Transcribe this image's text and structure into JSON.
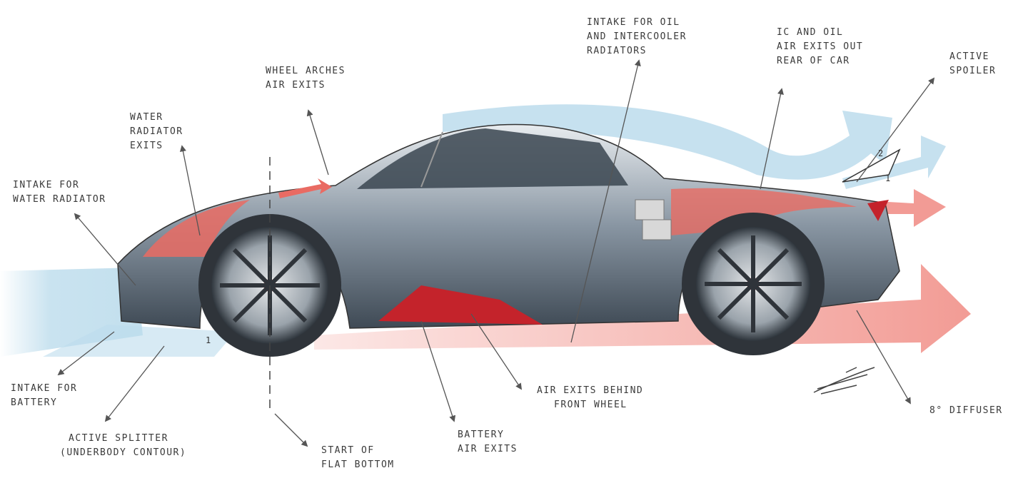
{
  "labels": {
    "intake_water_radiator": [
      "Intake for",
      "water radiator"
    ],
    "water_radiator_exits": [
      "Water",
      "radiator",
      "exits"
    ],
    "wheel_arches_air_exits": [
      "Wheel arches",
      "air exits"
    ],
    "intake_oil_intercooler": [
      "Intake for oil",
      "and intercooler",
      "radiators"
    ],
    "ic_oil_air_exits": [
      "IC and oil",
      "air exits out",
      "rear of car"
    ],
    "active_spoiler": [
      "Active",
      "spoiler"
    ],
    "intake_battery": [
      "Intake for",
      "battery"
    ],
    "active_splitter": [
      "Active splitter",
      "(underbody contour)"
    ],
    "start_flat_bottom": [
      "Start of",
      "flat bottom"
    ],
    "battery_air_exits": [
      "Battery",
      "air exits"
    ],
    "air_exits_front_wheel": [
      "Air exits behind",
      "front wheel"
    ],
    "diffuser": [
      "8° diffuser"
    ]
  },
  "markers": {
    "front_one": "1",
    "spoiler_one": "1",
    "spoiler_two": "2"
  },
  "colors": {
    "airflow_blue": "#bcdcec",
    "airflow_red": "#f08a82",
    "body_grey": "#5b6a78",
    "accent_red": "#c4232b",
    "line": "#555555"
  }
}
